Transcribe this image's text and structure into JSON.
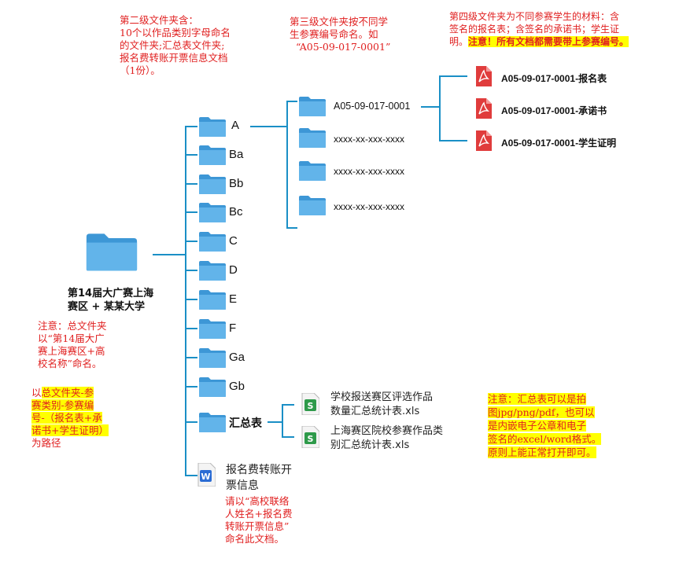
{
  "notes": {
    "level2": [
      "第二级文件夹含：",
      "10个以作品类别字母命名",
      "的文件夹;汇总表文件夹;",
      "报名费转账开票信息文档",
      "（1份）。"
    ],
    "level3": [
      "第三级文件夹按不同学",
      "生参赛编号命名。如",
      "“A05-09-017-0001”"
    ],
    "level4": [
      "第四级文件夹为不同参赛学生的材料：含",
      "签名的报名表；含签名的承诺书；学生证",
      "明。"
    ],
    "level4_highlight": "注意！所有文档都需要带上参赛编号。",
    "root_note": [
      "注意：总文件夹",
      "以“第14届大广",
      "赛上海赛区+高",
      "校名称”命名。"
    ],
    "path_note_hl": [
      "总文件夹-参",
      "赛类别-参赛编",
      "号-（报名表+承",
      "诺书+学生证明）"
    ],
    "path_note_pre": "以",
    "path_note_post": "为路径",
    "summary_note": [
      "注意：汇总表可以是拍",
      "图jpg/png/pdf，也可以",
      "是内嵌电子公章和电子",
      "签名的excel/word格式。",
      "原则上能正常打开即可。"
    ],
    "fee_note": [
      "请以“高校联络",
      "人姓名+报名费",
      "转账开票信息”",
      "命名此文档。"
    ]
  },
  "root": {
    "label_line1": "第14届大广赛上海",
    "label_line2": "赛区 + 某某大学"
  },
  "categories": [
    "A",
    "Ba",
    "Bb",
    "Bc",
    "C",
    "D",
    "E",
    "F",
    "Ga",
    "Gb"
  ],
  "summary_folder": "汇总表",
  "student_folders": [
    "A05-09-017-0001",
    "xxxx-xx-xxx-xxxx",
    "xxxx-xx-xxx-xxxx",
    "xxxx-xx-xxx-xxxx"
  ],
  "pdf_files": [
    "A05-09-017-0001-报名表",
    "A05-09-017-0001-承诺书",
    "A05-09-017-0001-学生证明"
  ],
  "xls_files": [
    [
      "学校报送赛区评选作品",
      "数量汇总统计表.xls"
    ],
    [
      "上海赛区院校参赛作品类",
      "别汇总统计表.xls"
    ]
  ],
  "fee_doc": [
    "报名费转账开",
    "票信息"
  ],
  "colors": {
    "line": "#1a8fc6",
    "folder": "#5aaee6",
    "note": "#e02020",
    "highlight": "#ffff00",
    "pdf": "#e03c3c",
    "xls": "#2e9a4a",
    "word": "#2b6cd4"
  }
}
